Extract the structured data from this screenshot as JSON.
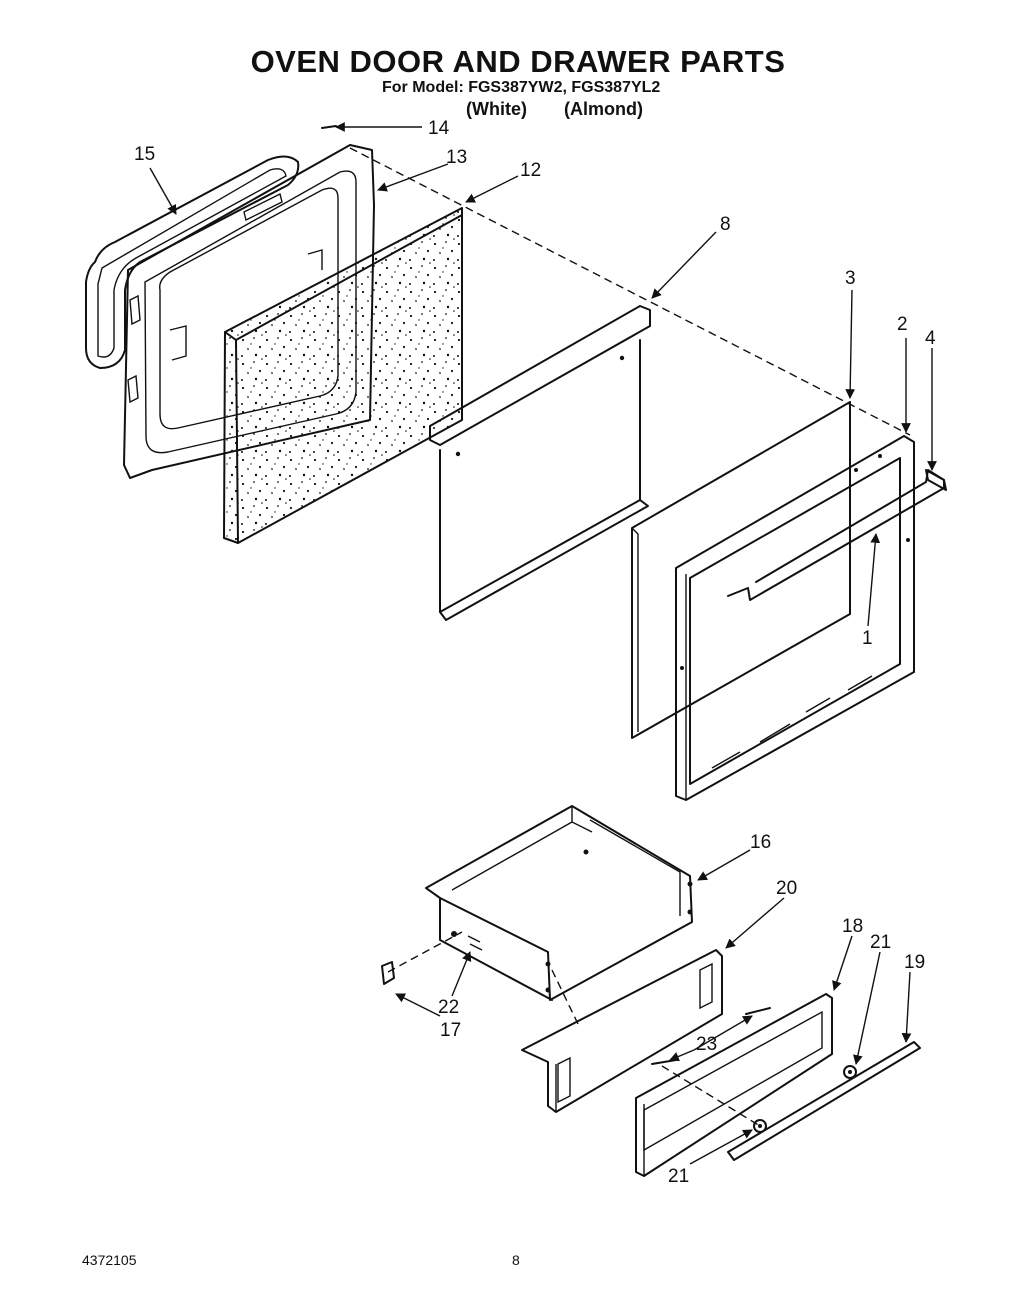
{
  "header": {
    "title": "OVEN DOOR AND DRAWER PARTS",
    "model_line": "For Model: FGS387YW2, FGS387YL2",
    "color_white": "(White)",
    "color_almond": "(Almond)"
  },
  "callouts": {
    "c1": "1",
    "c2": "2",
    "c3": "3",
    "c4": "4",
    "c8": "8",
    "c12": "12",
    "c13": "13",
    "c14": "14",
    "c15": "15",
    "c16": "16",
    "c17": "17",
    "c18": "18",
    "c19": "19",
    "c20": "20",
    "c21a": "21",
    "c21b": "21",
    "c22": "22",
    "c23": "23"
  },
  "footer": {
    "doc_number": "4372105",
    "page_number": "8"
  }
}
